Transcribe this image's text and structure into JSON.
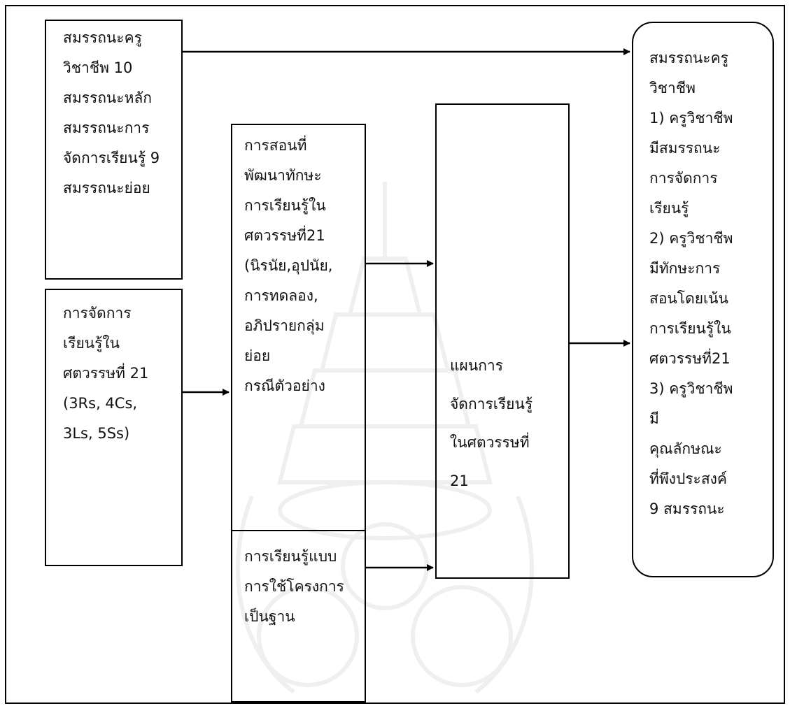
{
  "diagram": {
    "box_competency_10": "สมรรถนะครู\nวิชาชีพ 10\nสมรรถนะหลัก\nสมรรถนะการ\nจัดการเรียนรู้ 9\nสมรรถนะย่อย",
    "box_21c_learning": "การจัดการ\nเรียนรู้ใน\nศตวรรษที่ 21\n(3Rs, 4Cs,\n3Ls, 5Ss)",
    "box_teaching_skills": "การสอนที่\nพัฒนาทักษะ\nการเรียนรู้ใน\nศตวรรษที่21\n(นิรนัย,อุปนัย,\nการทดลอง,\nอภิปรายกลุ่ม\nย่อย\nกรณีตัวอย่าง",
    "box_project_based": "การเรียนรู้แบบ\nการใช้โครงการ\nเป็นฐาน",
    "box_learning_plan": "แผนการ\nจัดการเรียนรู้\nในศตวรรษที่\n21",
    "box_outcome": "สมรรถนะครู\nวิชาชีพ\n1) ครูวิชาชีพ\nมีสมรรถนะ\nการจัดการ\nเรียนรู้\n2) ครูวิชาชีพ\nมีทักษะการ\nสอนโดยเน้น\nการเรียนรู้ใน\nศตวรรษที่21\n3) ครูวิชาชีพ\nมี\nคุณลักษณะ\nที่พึงประสงค์\n9 สมรรถนะ"
  }
}
